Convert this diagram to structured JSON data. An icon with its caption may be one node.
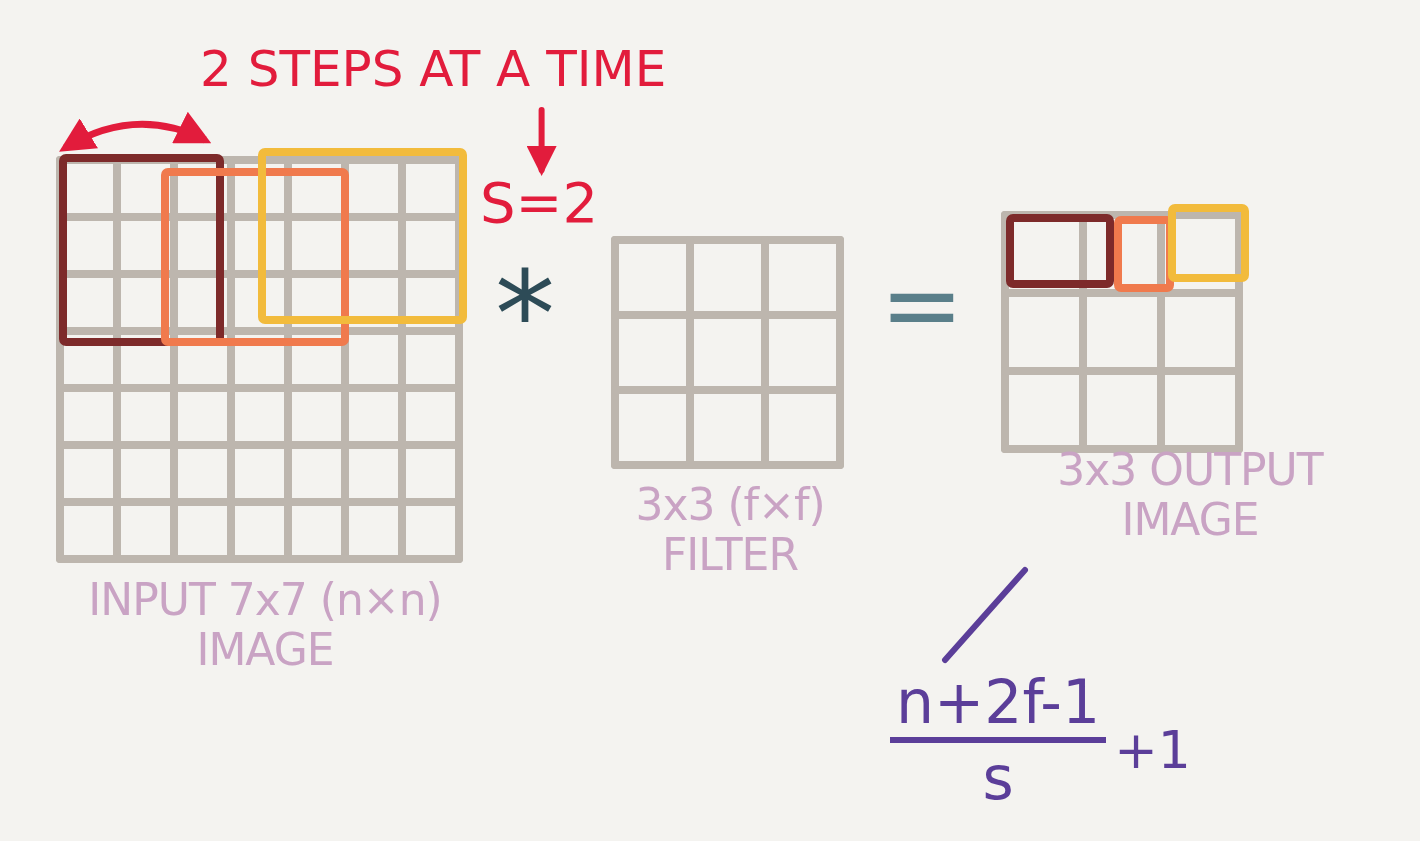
{
  "diagram": {
    "nodes": [
      {
        "text": [
          "INPUT 7x7 (n×n) IMAGE"
        ]
      },
      {
        "text": [
          "3x3 (f×f) FILTER"
        ]
      },
      {
        "text": [
          "3x3 OUTPUT IMAGE"
        ]
      },
      {
        "text": [
          "2 STEPS AT A TIME"
        ]
      },
      {
        "text": [
          "S=2"
        ]
      },
      {
        "text": [
          "n+2f-1",
          "s",
          "+1"
        ]
      }
    ],
    "edges": [
      {
        "from": 3,
        "to": 4,
        "arrow": "to",
        "color": "#e21c3c"
      },
      {
        "from": 2,
        "to": 5,
        "arrow": "none",
        "color": "#5b3e99"
      }
    ],
    "labels": [
      "*",
      "="
    ]
  }
}
